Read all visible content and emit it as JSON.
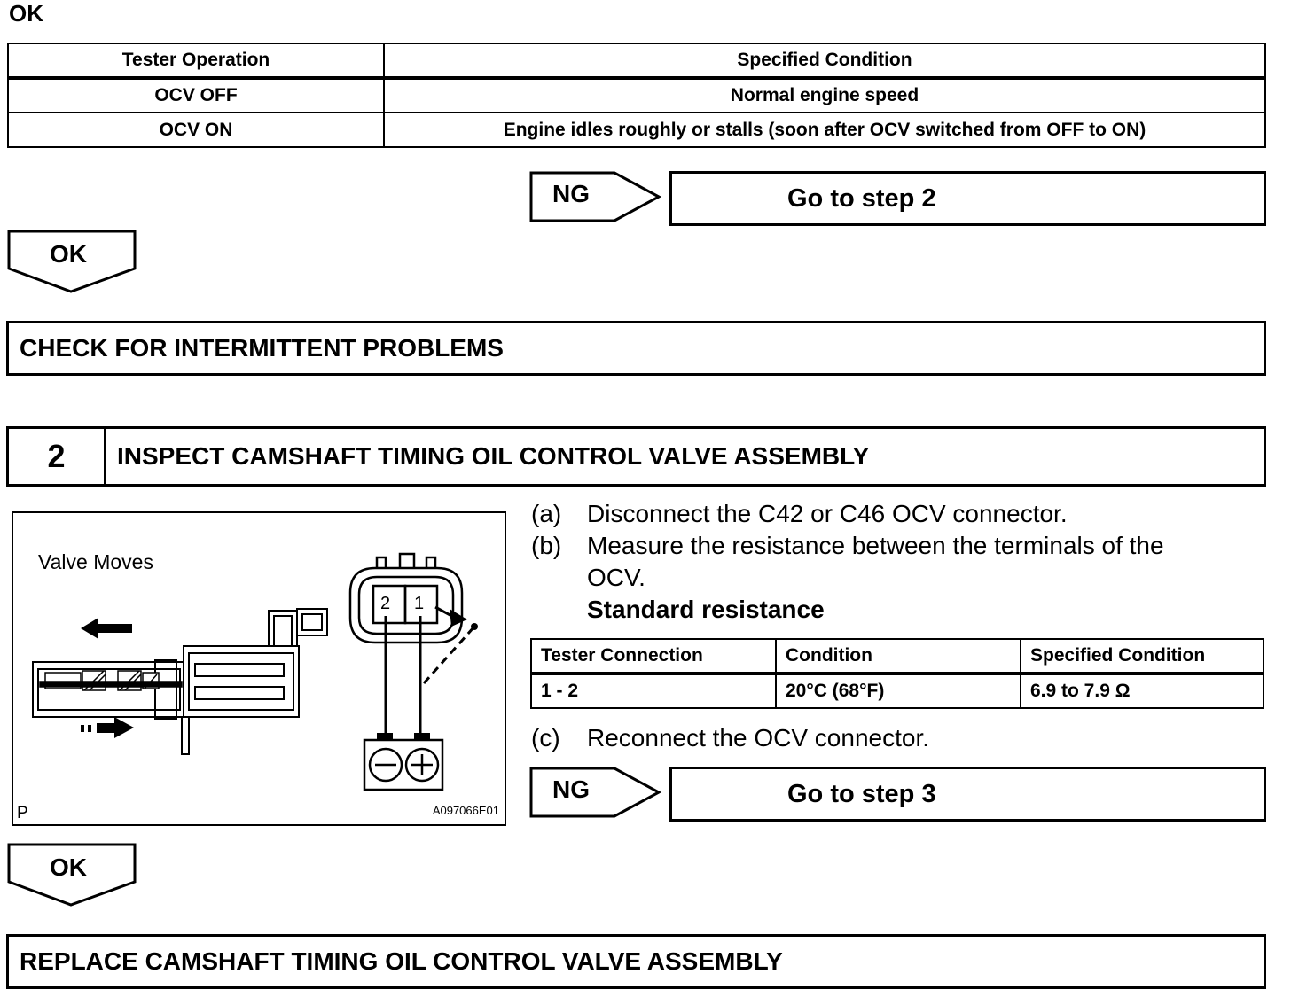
{
  "top_result_label": "OK",
  "table1": {
    "headers": [
      "Tester Operation",
      "Specified Condition"
    ],
    "rows": [
      [
        "OCV OFF",
        "Normal engine speed"
      ],
      [
        "OCV ON",
        "Engine idles roughly or stalls (soon after OCV switched from OFF to ON)"
      ]
    ]
  },
  "ng1": {
    "label": "NG",
    "goto": "Go to step 2"
  },
  "ok1": {
    "label": "OK"
  },
  "action1": "CHECK FOR INTERMITTENT PROBLEMS",
  "step2": {
    "number": "2",
    "title": "INSPECT CAMSHAFT TIMING OIL CONTROL VALVE ASSEMBLY"
  },
  "figure": {
    "caption": "Valve Moves",
    "terminal_2": "2",
    "terminal_1": "1",
    "corner_letter": "P",
    "figure_id": "A097066E01"
  },
  "instructions": {
    "a_label": "(a)",
    "a_text": "Disconnect the C42 or C46 OCV connector.",
    "b_label": "(b)",
    "b_text_line1": "Measure the resistance between the terminals of the",
    "b_text_line2": "OCV.",
    "standard_heading": "Standard resistance",
    "c_label": "(c)",
    "c_text": "Reconnect the OCV connector."
  },
  "table2": {
    "headers": [
      "Tester Connection",
      "Condition",
      "Specified Condition"
    ],
    "rows": [
      [
        "1 - 2",
        "20°C (68°F)",
        "6.9 to 7.9 Ω"
      ]
    ]
  },
  "ng2": {
    "label": "NG",
    "goto": "Go to step 3"
  },
  "ok2": {
    "label": "OK"
  },
  "action2": "REPLACE CAMSHAFT TIMING OIL CONTROL VALVE ASSEMBLY"
}
